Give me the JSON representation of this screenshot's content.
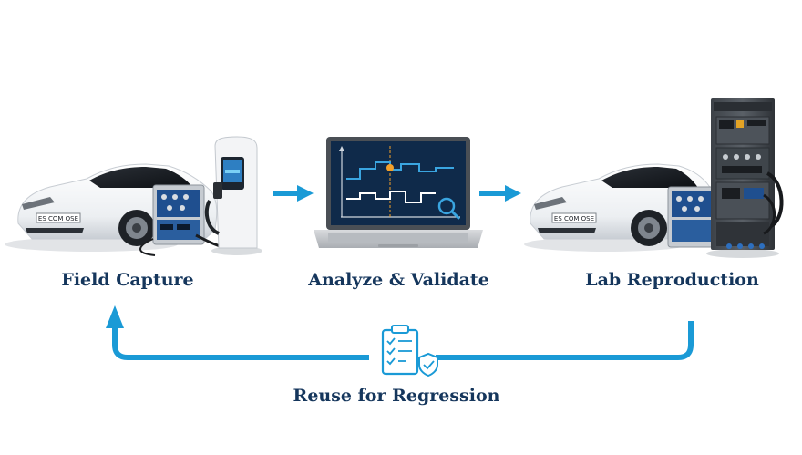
{
  "stages": {
    "field_capture": "Field Capture",
    "analyze_validate": "Analyze & Validate",
    "lab_reproduction": "Lab Reproduction"
  },
  "loop_label": "Reuse for Regression",
  "plates": {
    "left_car": "ES COM OSE",
    "right_car": "ES COM OSE"
  },
  "colors": {
    "arrow_blue": "#1a9ad6",
    "label_navy": "#15365c",
    "screen_bg": "#0f2a4a",
    "trace_blue": "#3aa5e0",
    "trace_white": "#ffffff",
    "marker_orange": "#f2a02a"
  },
  "icons": [
    "arrow-right-icon",
    "return-arrow-icon",
    "clipboard-check-icon",
    "shield-check-icon",
    "magnifier-icon"
  ]
}
